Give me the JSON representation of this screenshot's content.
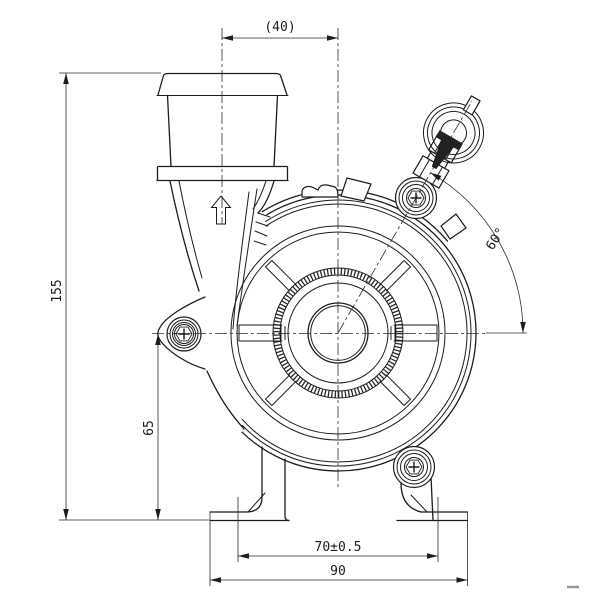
{
  "drawing": {
    "subject": "pump-front-view-technical-drawing",
    "view": "front",
    "dimensions": {
      "top_width": "(40)",
      "overall_height": "155",
      "axis_height": "65",
      "hole_spacing": "70±0.5",
      "base_width": "90",
      "port_angle": "60°"
    },
    "colors": {
      "line": "#1c1c1c",
      "background": "#ffffff"
    }
  }
}
